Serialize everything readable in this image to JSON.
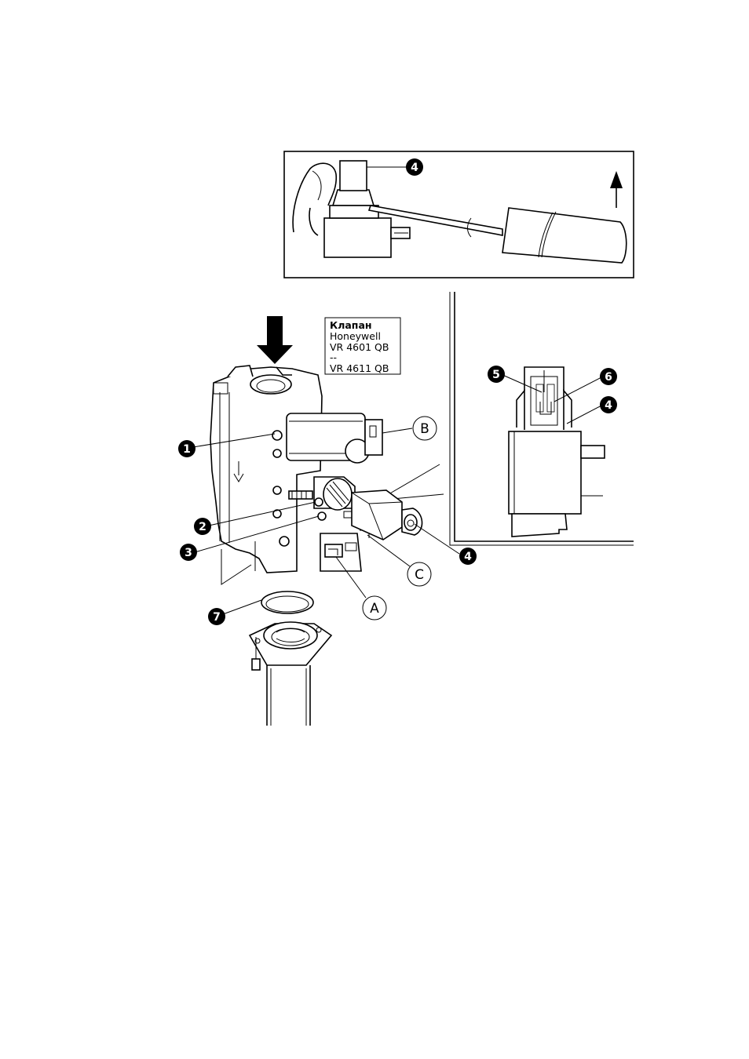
{
  "valve_label": {
    "title": "Клапан",
    "brand": "Honeywell",
    "model_1": "VR 4601 QB",
    "separator": "--",
    "model_2": "VR 4611 QB"
  },
  "callouts": {
    "c1": "1",
    "c2": "2",
    "c3": "3",
    "c4_top": "4",
    "c4_inset": "4",
    "c4_main": "4",
    "c5": "5",
    "c6": "6",
    "c7": "7",
    "cA": "A",
    "cB": "B",
    "cC": "C"
  },
  "colors": {
    "ink": "#000000",
    "paper": "#ffffff"
  },
  "icons": [
    "up-arrow-icon",
    "down-arrow-icon",
    "flow-arrow-icon"
  ]
}
